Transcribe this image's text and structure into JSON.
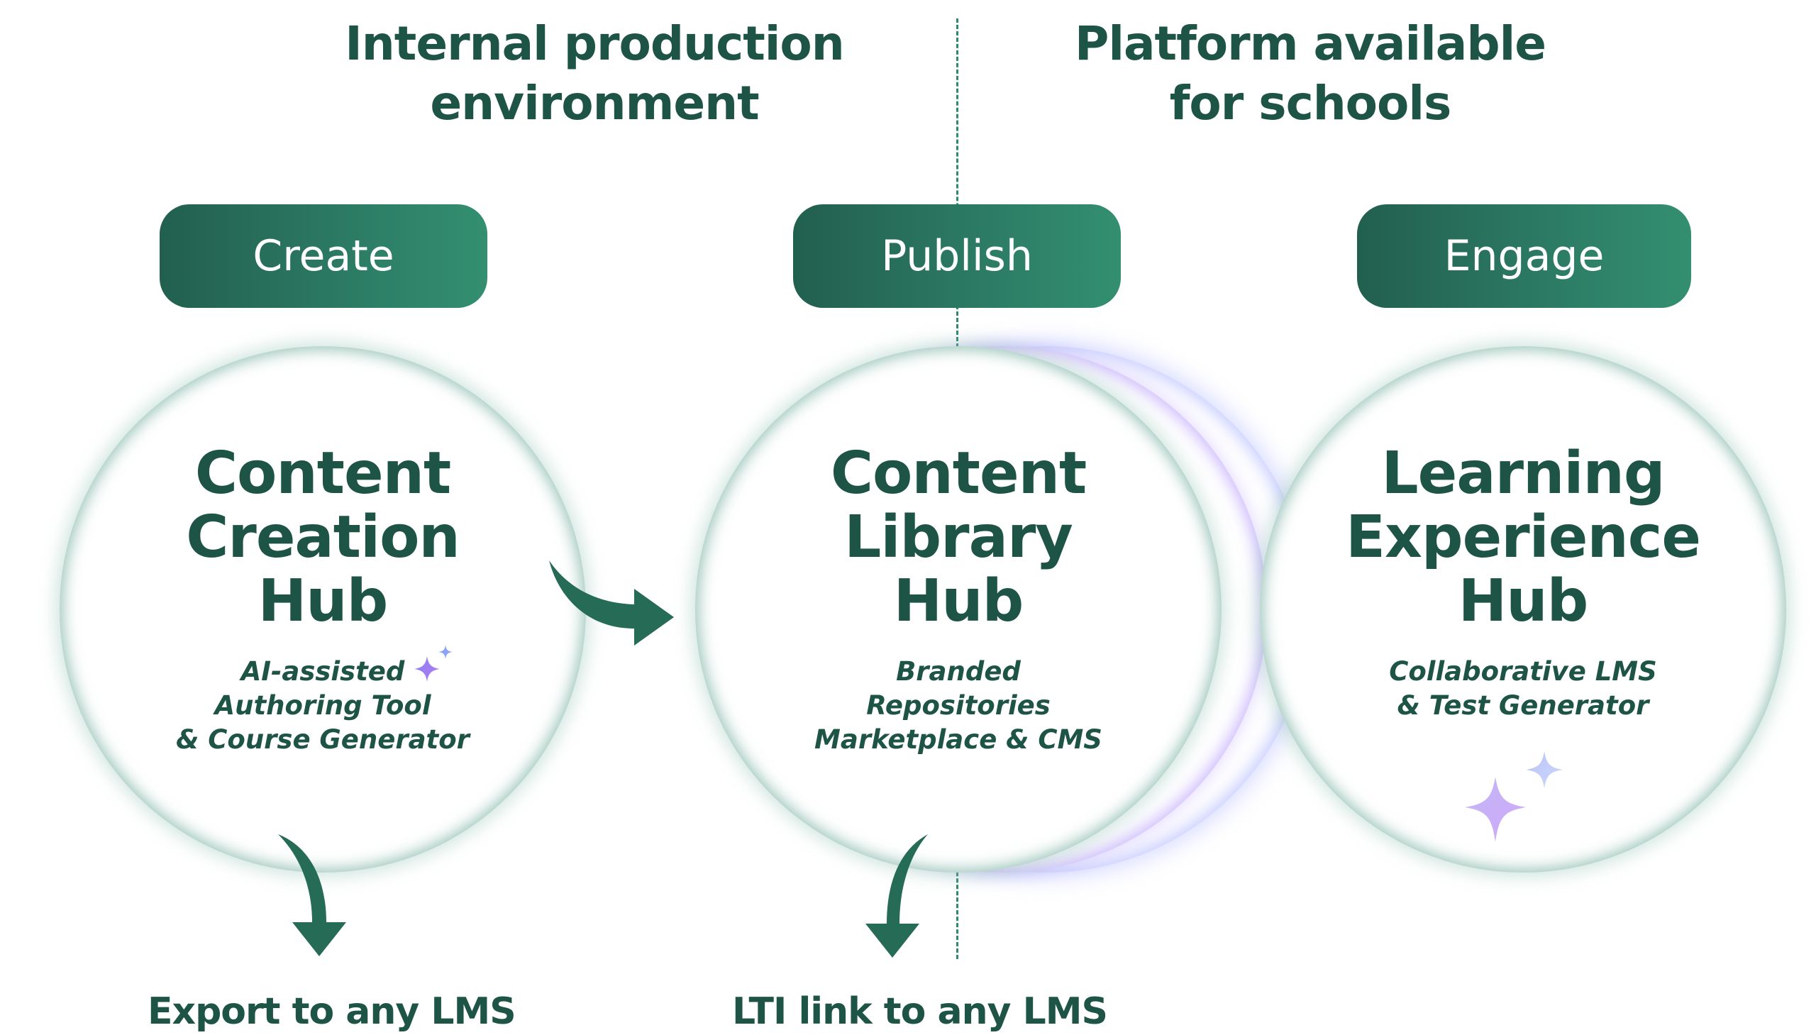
{
  "headings": {
    "left": [
      "Internal production",
      "environment"
    ],
    "right": [
      "Platform available",
      "for schools"
    ]
  },
  "stages": [
    {
      "label": "Create"
    },
    {
      "label": "Publish"
    },
    {
      "label": "Engage"
    }
  ],
  "hubs": [
    {
      "title": [
        "Content",
        "Creation",
        "Hub"
      ],
      "subtitle": [
        "AI-assisted",
        "Authoring Tool",
        "& Course Generator"
      ],
      "icon": "sparkle-icon"
    },
    {
      "title": [
        "Content",
        "Library",
        "Hub"
      ],
      "subtitle": [
        "Branded",
        "Repositories",
        "Marketplace & CMS"
      ],
      "icon": "stacked-circles"
    },
    {
      "title": [
        "Learning",
        "Experience",
        "Hub"
      ],
      "subtitle": [
        "Collaborative LMS",
        "& Test Generator"
      ],
      "icon": "sparkle-icon"
    }
  ],
  "outputs": {
    "left": "Export to any LMS",
    "middle": "LTI link to any LMS"
  },
  "colors": {
    "text": "#1d5446",
    "pill_start": "#225f4e",
    "pill_end": "#338f70",
    "arrow": "#256b56",
    "divider": "#2f8a6b",
    "sparkle_purple": "#a77ff0",
    "sparkle_blue": "#8ea3f5"
  }
}
